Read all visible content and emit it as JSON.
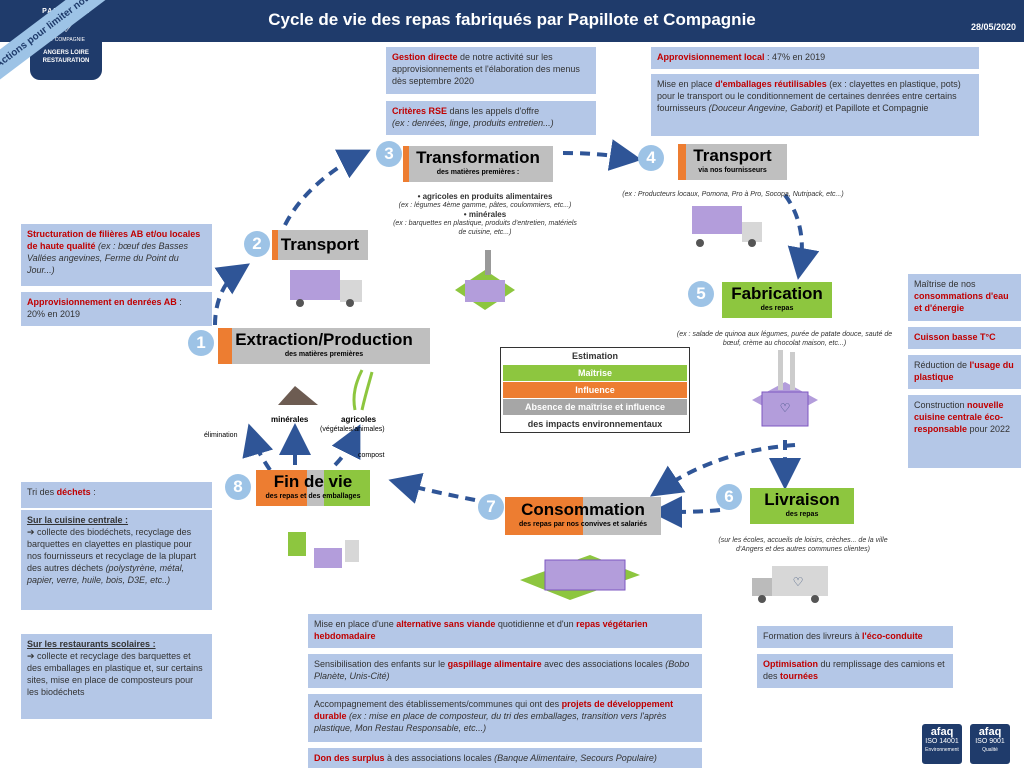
{
  "header": {
    "title": "Cycle de vie des repas fabriqués par Papillote et Compagnie",
    "date": "28/05/2020"
  },
  "logo": {
    "top": "PAPILLOTE",
    "middle": "ET COMPAGNIE",
    "bottom": "ANGERS LOIRE RESTAURATION"
  },
  "ribbon": "Actions pour limiter notre impact environnemental",
  "steps": [
    {
      "num": "1",
      "title": "Extraction/Production",
      "sub": "des matières premières"
    },
    {
      "num": "2",
      "title": "Transport",
      "sub": ""
    },
    {
      "num": "3",
      "title": "Transformation",
      "sub": "des matières premières :"
    },
    {
      "num": "4",
      "title": "Transport",
      "sub": "via nos fournisseurs"
    },
    {
      "num": "5",
      "title": "Fabrication",
      "sub": "des repas"
    },
    {
      "num": "6",
      "title": "Livraison",
      "sub": "des repas"
    },
    {
      "num": "7",
      "title": "Consommation",
      "sub": "des repas par nos convives et salariés"
    },
    {
      "num": "8",
      "title": "Fin de vie",
      "sub": "des repas et des emballages"
    }
  ],
  "legend": {
    "title": "Estimation",
    "green": "Maîtrise",
    "orange": "Influence",
    "grey": "Absence de maîtrise et influence",
    "footer": "des impacts environnementaux"
  },
  "transfo_notes": {
    "b1": "agricoles en produits alimentaires",
    "n1": "(ex : légumes 4ème gamme, pâtes, coulommiers, etc...)",
    "b2": "minérales",
    "n2": "(ex : barquettes en plastique, produits d'entretien, matériels de cuisine, etc...)"
  },
  "transport4_note": "(ex : Producteurs locaux, Pomona, Pro à Pro, Socopa, Nutripack, etc...)",
  "fabrication_note": "(ex : salade de quinoa aux légumes, purée de patate douce, sauté de bœuf, crème au chocolat maison, etc...)",
  "livraison_note": "(sur les écoles, accueils de loisirs, crèches... de la ville d'Angers et des autres communes clientes)",
  "endlife_labels": {
    "mineral": "minérales",
    "agri": "agricoles",
    "agri_sub": "(végétales/animales)",
    "elimination": "élimination",
    "compost": "compost"
  },
  "boxes": {
    "gestion": {
      "red": "Gestion directe",
      "rest": " de notre activité sur les approvisionnements et l'élaboration des menus dès septembre 2020"
    },
    "rse": {
      "red": "Critères RSE",
      "rest": " dans les appels d'offre",
      "it": "(ex : denrées, linge, produits entretien...)"
    },
    "appro_local": {
      "red": "Approvisionnement local",
      "rest": " : 47% en 2019"
    },
    "emballages": {
      "pre": "Mise en place ",
      "red": "d'emballages réutilisables",
      "rest": " (ex : clayettes en plastique, pots) pour le transport ou le conditionnement de certaines denrées entre certains fournisseurs ",
      "it": "(Douceur Angevine, Gaborit)",
      "post": " et Papillote et Compagnie"
    },
    "filieres": {
      "red": "Structuration de filières AB et/ou locales de haute qualité",
      "it": " (ex : bœuf des Basses Vallées angevines, Ferme du Point du Jour...)"
    },
    "appro_ab": {
      "red": "Approvisionnement en denrées AB",
      "rest": " :",
      "line2": "20% en 2019"
    },
    "maitrise": {
      "pre": "Maîtrise de nos ",
      "red": "consommations d'eau et d'énergie"
    },
    "cuisson": {
      "red": "Cuisson basse T°C"
    },
    "reduction": {
      "pre": "Réduction de ",
      "red": "l'usage du plastique"
    },
    "construction": {
      "pre": "Construction ",
      "red": "nouvelle cuisine centrale éco-responsable",
      "post": " pour 2022"
    },
    "dechets": {
      "pre": "Tri des ",
      "red": "déchets",
      "post": " :"
    },
    "cuisine_centrale": {
      "title": "Sur la cuisine centrale :",
      "body": "➔ collecte des biodéchets, recyclage des barquettes en clayettes en plastique pour nos fournisseurs et recyclage de la plupart des autres déchets",
      "it": " (polystyrène, métal, papier, verre, huile, bois, D3E, etc..)"
    },
    "restaurants": {
      "title": "Sur les restaurants scolaires :",
      "body": "➔ collecte et recyclage des barquettes et des emballages en plastique et, sur certains sites, mise en place de composteurs pour les biodéchets"
    },
    "sans_viande": {
      "pre": "Mise en place d'une ",
      "red": "alternative sans viande",
      "mid": " quotidienne et d'un ",
      "red2": "repas végétarien hebdomadaire"
    },
    "gaspillage": {
      "pre": "Sensibilisation des enfants sur le ",
      "red": "gaspillage alimentaire",
      "mid": " avec des associations locales ",
      "it": "(Bobo Planète, Unis-Cité)"
    },
    "accompagnement": {
      "pre": "Accompagnement des établissements/communes qui ont des ",
      "red": "projets de développement durable",
      "it": " (ex : mise en place de composteur, du tri des emballages, transition vers l'après plastique, Mon Restau Responsable, etc...)"
    },
    "surplus": {
      "red": "Don des surplus",
      "mid": " à des associations locales ",
      "it": "(Banque Alimentaire, Secours Populaire)"
    },
    "formation": {
      "pre": "Formation des livreurs à ",
      "red": "l'éco-conduite"
    },
    "optimisation": {
      "red": "Optimisation",
      "mid": " du remplissage des camions et des ",
      "red2": "tournées"
    }
  },
  "afaq": [
    {
      "brand": "afaq",
      "iso": "ISO 14001",
      "label": "Environnement"
    },
    {
      "brand": "afaq",
      "iso": "ISO 9001",
      "label": "Qualité"
    }
  ]
}
